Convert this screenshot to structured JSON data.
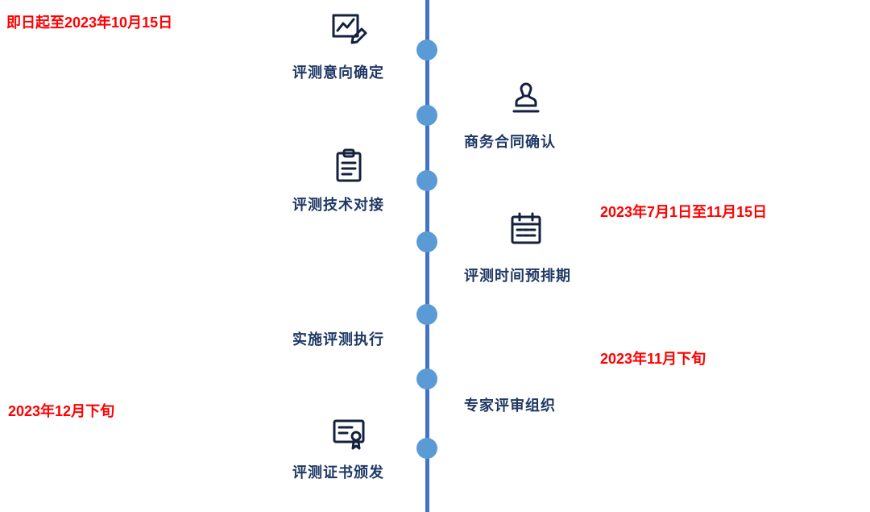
{
  "colors": {
    "line": "#4472C4",
    "node": "#5B9BD5",
    "label": "#1F3864",
    "date": "#FF0000",
    "icon": "#14213D"
  },
  "timeline": {
    "steps": [
      {
        "side": "left",
        "label": "评测意向确定",
        "icon": "line-chart-pen-icon"
      },
      {
        "side": "right",
        "label": "商务合同确认",
        "icon": "stamp-icon"
      },
      {
        "side": "left",
        "label": "评测技术对接",
        "icon": "clipboard-icon"
      },
      {
        "side": "right",
        "label": "评测时间预排期",
        "icon": "calendar-icon"
      },
      {
        "side": "left",
        "label": "实施评测执行",
        "icon": ""
      },
      {
        "side": "right",
        "label": "专家评审组织",
        "icon": ""
      },
      {
        "side": "left",
        "label": "评测证书颁发",
        "icon": "certificate-icon"
      }
    ],
    "dates": [
      {
        "text": "即日起至2023年10月15日",
        "position": "top-left"
      },
      {
        "text": "2023年7月1日至11月15日",
        "position": "right-middle"
      },
      {
        "text": "2023年11月下旬",
        "position": "right-lower"
      },
      {
        "text": "2023年12月下旬",
        "position": "left-lower"
      }
    ]
  }
}
